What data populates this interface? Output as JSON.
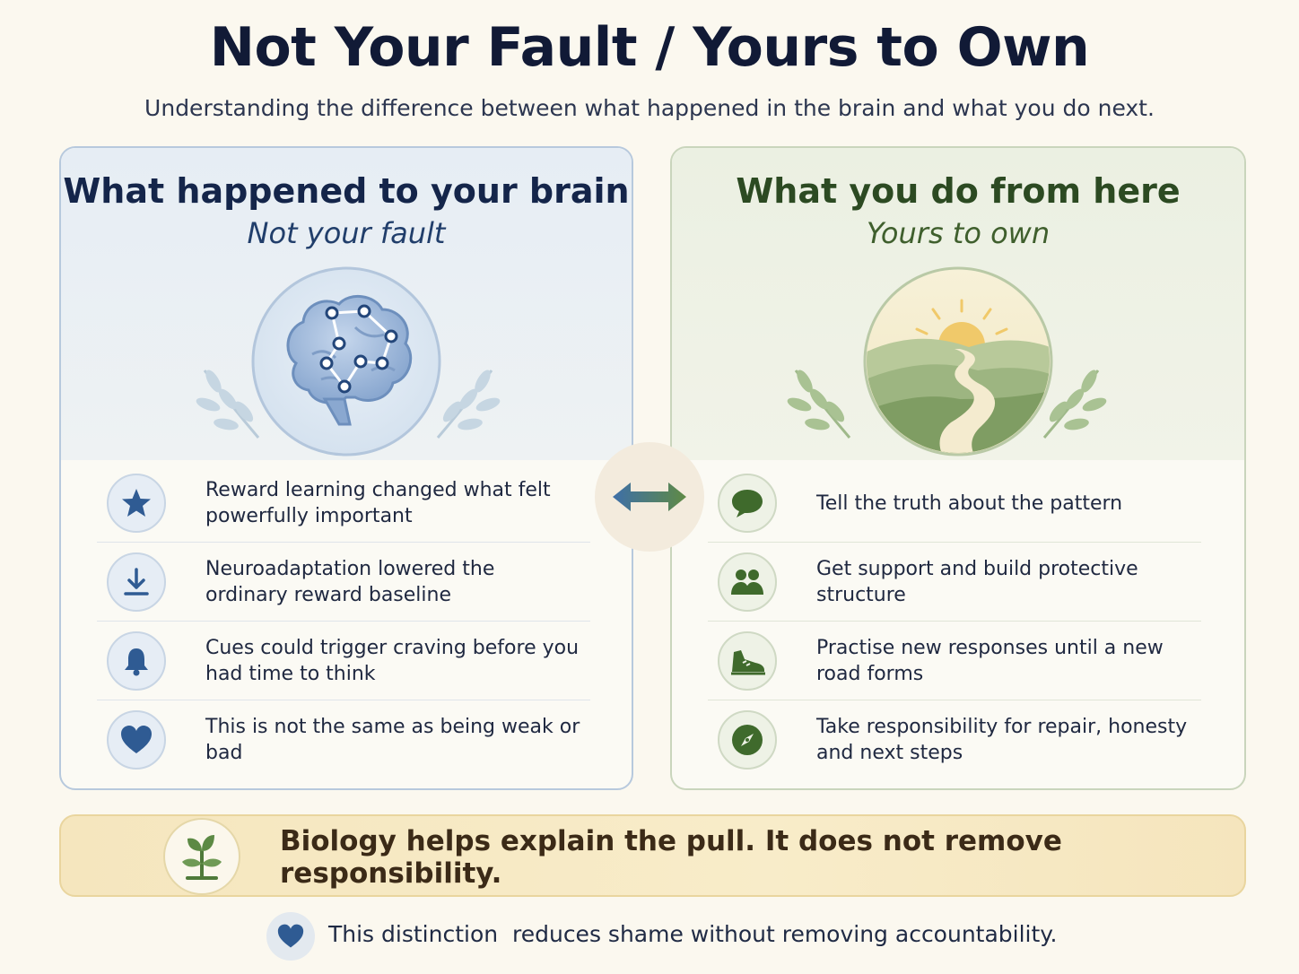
{
  "header": {
    "title": "Not Your Fault / Yours to Own",
    "subtitle": "Understanding the difference between what happened in the brain and what you do next."
  },
  "left_panel": {
    "title": "What happened to your brain",
    "subtitle": "Not your fault",
    "hero_icon": "brain-network-icon",
    "items": [
      {
        "icon": "star-icon",
        "text": "Reward learning changed what felt powerfully important"
      },
      {
        "icon": "download-arrow-icon",
        "text": "Neuroadaptation lowered the ordinary reward baseline"
      },
      {
        "icon": "bell-icon",
        "text": "Cues could trigger craving before you had time to think"
      },
      {
        "icon": "heart-icon",
        "text": "This is not the same as being weak or bad"
      }
    ]
  },
  "right_panel": {
    "title": "What you do from here",
    "subtitle": "Yours to own",
    "hero_icon": "sunrise-road-icon",
    "items": [
      {
        "icon": "speech-bubble-icon",
        "text": "Tell the truth about the pattern"
      },
      {
        "icon": "people-icon",
        "text": "Get support and build protective structure"
      },
      {
        "icon": "shoe-icon",
        "text": "Practise new responses until a new road forms"
      },
      {
        "icon": "compass-icon",
        "text": "Take responsibility for repair, honesty and next steps"
      }
    ]
  },
  "center_icon": "double-arrow-icon",
  "banner": {
    "icon": "sprout-icon",
    "text": "Biology helps explain the pull. It does not remove responsibility."
  },
  "footer": {
    "icon": "heart-icon",
    "text": "This distinction  reduces shame without removing accountability."
  },
  "colors": {
    "left_accent": "#2f5b93",
    "right_accent": "#4f7a3a",
    "banner_bg": "#f7e9c4",
    "background": "#fbf8ef"
  }
}
